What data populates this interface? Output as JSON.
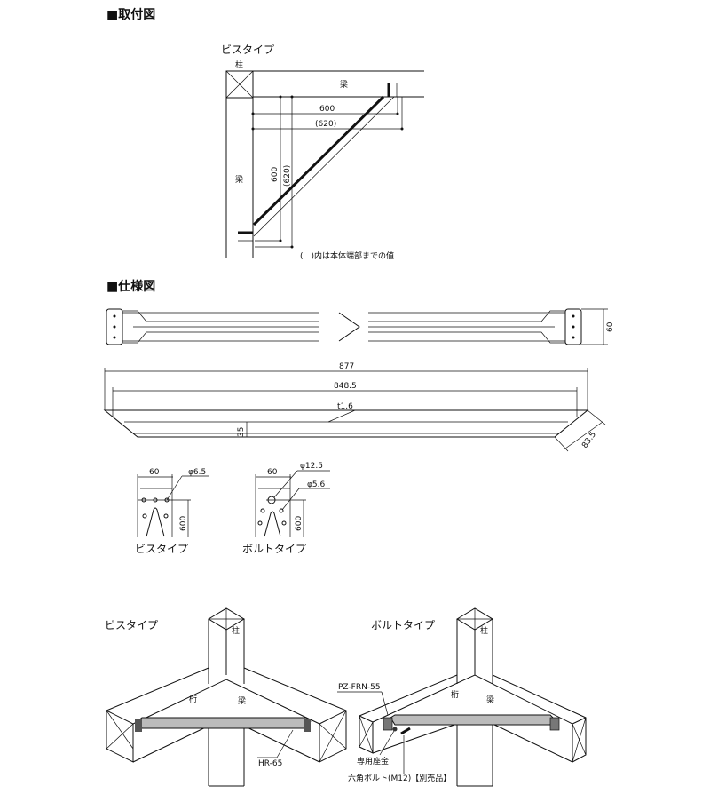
{
  "sections": {
    "installation": {
      "heading": "■取付図",
      "type_label": "ビスタイプ",
      "column_label": "柱",
      "beam_top_label": "梁",
      "beam_left_label": "梁",
      "dim_horizontal": "600",
      "dim_horizontal_end": "(620)",
      "dim_vertical": "600",
      "dim_vertical_end": "(620)",
      "note": "(　)内は本体端部までの値"
    },
    "specification": {
      "heading": "■仕様図",
      "width_dim": "60",
      "overall_length": "877",
      "inner_length": "848.5",
      "thickness": "t1.6",
      "height_dim": "35",
      "end_dim": "83.5",
      "screw_plate": {
        "width": "60",
        "hole": "φ6.5",
        "pitch": "600",
        "label": "ビスタイプ"
      },
      "bolt_plate": {
        "width": "60",
        "hole_large": "φ12.5",
        "hole_small": "φ5.6",
        "pitch": "600",
        "label": "ボルトタイプ"
      }
    },
    "isometric": {
      "screw": {
        "title": "ビスタイプ",
        "column": "柱",
        "girder": "桁",
        "beam": "梁",
        "part": "HR-65"
      },
      "bolt": {
        "title": "ボルトタイプ",
        "column": "柱",
        "girder": "桁",
        "beam": "梁",
        "part": "PZ-FRN-55",
        "washer": "専用座金",
        "bolt": "六角ボルト(M12)【別売品】"
      }
    }
  }
}
